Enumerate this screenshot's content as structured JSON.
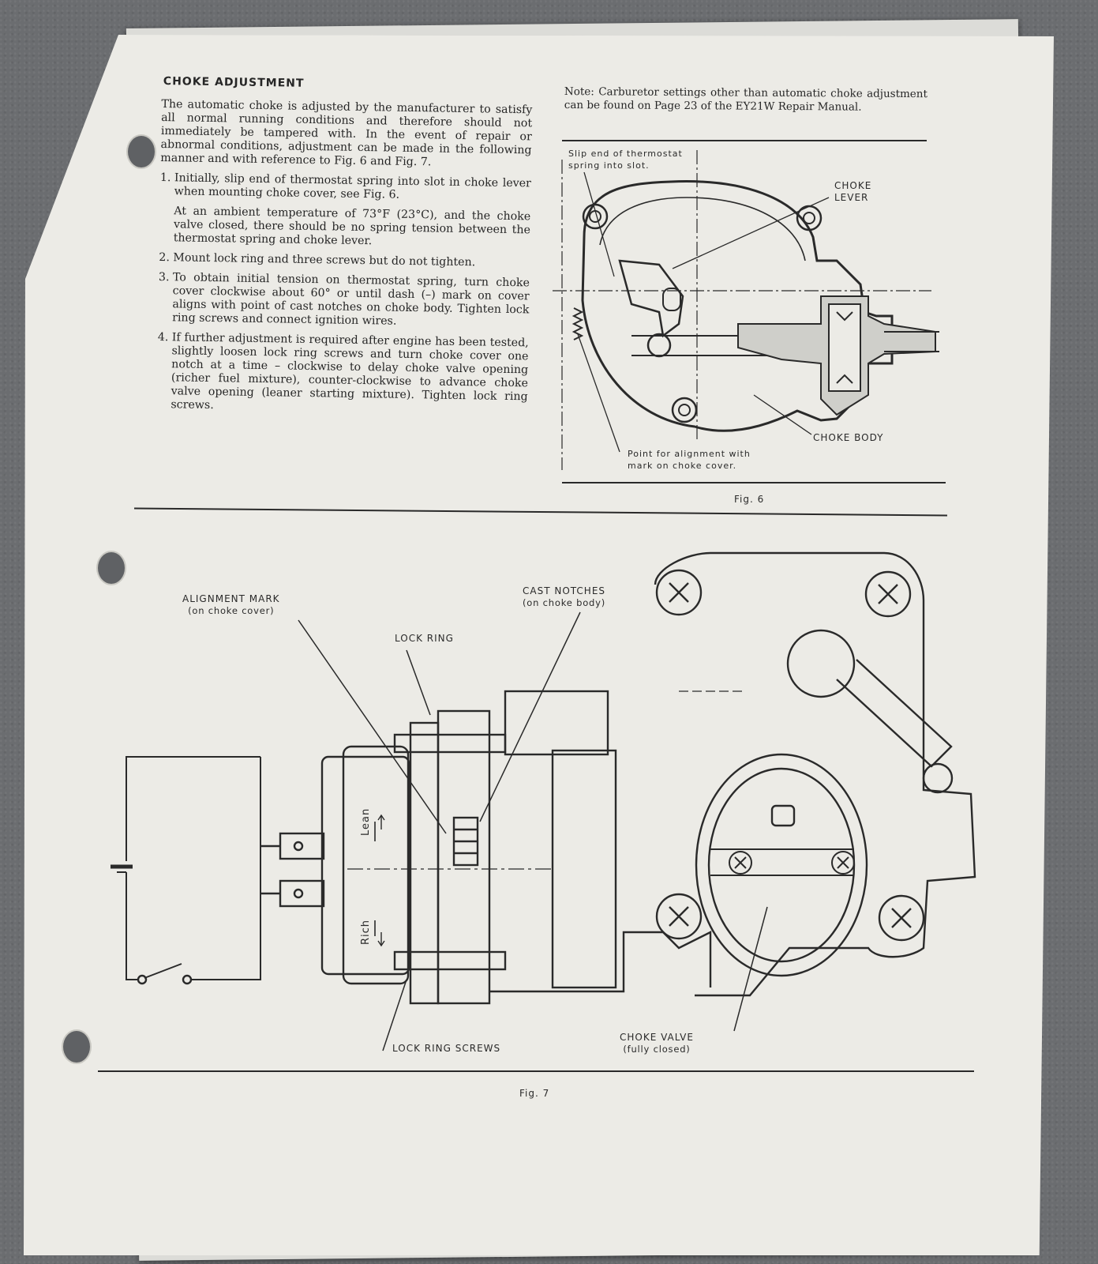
{
  "left_column": {
    "title": "CHOKE ADJUSTMENT",
    "intro": "The automatic choke is adjusted by the manufacturer to satisfy all normal running conditions and therefore should not immediately be tampered with. In the event of repair or abnormal conditions, adjustment can be made in the following manner and with reference to Fig. 6 and Fig. 7.",
    "steps": [
      {
        "num": "1.",
        "text": "Initially, slip end of thermostat spring into slot in choke lever when mounting choke cover, see Fig. 6.",
        "sub": "At an ambient temperature of 73°F (23°C), and the choke valve closed, there should be no spring tension between the thermostat spring and choke lever."
      },
      {
        "num": "2.",
        "text": "Mount lock ring and three screws but do not tighten."
      },
      {
        "num": "3.",
        "text": "To obtain initial tension on thermostat spring, turn choke cover clockwise about 60° or until dash (–) mark on cover aligns with point of cast notches on choke body. Tighten lock ring screws and connect ignition wires."
      },
      {
        "num": "4.",
        "text": "If further adjustment is required after engine has been tested, slightly loosen lock ring screws and turn choke cover one notch at a time – clockwise to delay choke valve opening (richer fuel mixture), counter-clockwise to advance choke valve opening (leaner starting mixture). Tighten lock ring screws."
      }
    ]
  },
  "note": "Note: Carburetor settings other than automatic choke adjustment can be found on Page 23 of the EY21W Repair Manual.",
  "fig6": {
    "caption": "Fig. 6",
    "labels": {
      "slip_end_1": "Slip end of thermostat",
      "slip_end_2": "spring into slot.",
      "choke_lever_1": "CHOKE",
      "choke_lever_2": "LEVER",
      "choke_body": "CHOKE BODY",
      "point_1": "Point for alignment with",
      "point_2": "mark on choke cover."
    }
  },
  "fig7": {
    "caption": "Fig. 7",
    "labels": {
      "alignment_mark": "ALIGNMENT MARK",
      "alignment_mark_sub": "(on choke cover)",
      "cast_notches": "CAST NOTCHES",
      "cast_notches_sub": "(on choke body)",
      "lock_ring": "LOCK RING",
      "lock_ring_screws": "LOCK RING SCREWS",
      "choke_valve": "CHOKE VALVE",
      "choke_valve_sub": "(fully closed)",
      "lean": "Lean",
      "rich": "Rich"
    }
  },
  "colors": {
    "paper": "#ecebe6",
    "ink": "#2a2a2a",
    "background": "#6b6d70"
  }
}
